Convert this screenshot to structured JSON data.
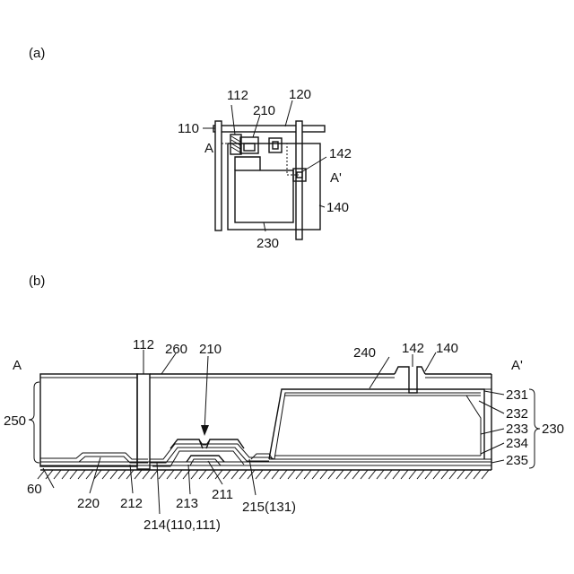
{
  "panel_a": {
    "title": "(a)",
    "labels": {
      "l112": "112",
      "l120": "120",
      "l110": "110",
      "l210": "210",
      "lA": "A",
      "l142": "142",
      "lAp": "A'",
      "l140": "140",
      "l230": "230"
    }
  },
  "panel_b": {
    "title": "(b)",
    "labels": {
      "l112": "112",
      "l260": "260",
      "l210": "210",
      "l240": "240",
      "l142": "142",
      "l140": "140",
      "lA": "A",
      "lAp": "A'",
      "l250": "250",
      "l231": "231",
      "l232": "232",
      "l233": "233",
      "l234": "234",
      "l235": "235",
      "l230": "230",
      "l60": "60",
      "l220": "220",
      "l212": "212",
      "l213": "213",
      "l211": "211",
      "l215": "215(131)",
      "l214": "214(110,111)"
    }
  }
}
